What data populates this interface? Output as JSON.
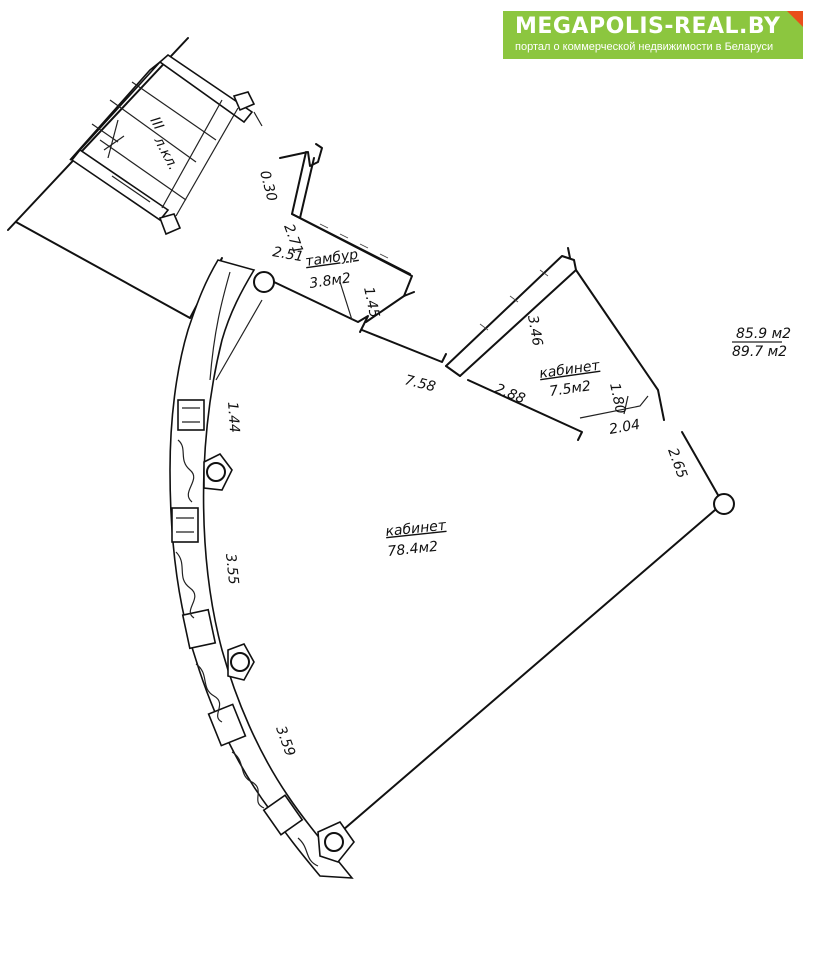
{
  "logo": {
    "name": "MEGAPOLIS-REAL.BY",
    "tagline": "портал о коммерческой недвижимости в Беларуси",
    "bg_color": "#8cc63f",
    "accent_color": "#e94e1b"
  },
  "plan": {
    "stair_label": "III",
    "stair_sub": "л.кл.",
    "rooms": [
      {
        "name": "тамбур",
        "area": "3.8м2"
      },
      {
        "name": "кабинет",
        "area": "7.5м2"
      },
      {
        "name": "кабинет",
        "area": "78.4м2"
      }
    ],
    "totals": {
      "first": "85.9 м2",
      "second": "89.7 м2"
    },
    "dimensions": [
      "0.30",
      "2.71",
      "2.51",
      "1.45",
      "3.46",
      "7.58",
      "2.88",
      "1.80",
      "2.04",
      "2.65",
      "1.44",
      "3.55",
      "3.59"
    ]
  }
}
